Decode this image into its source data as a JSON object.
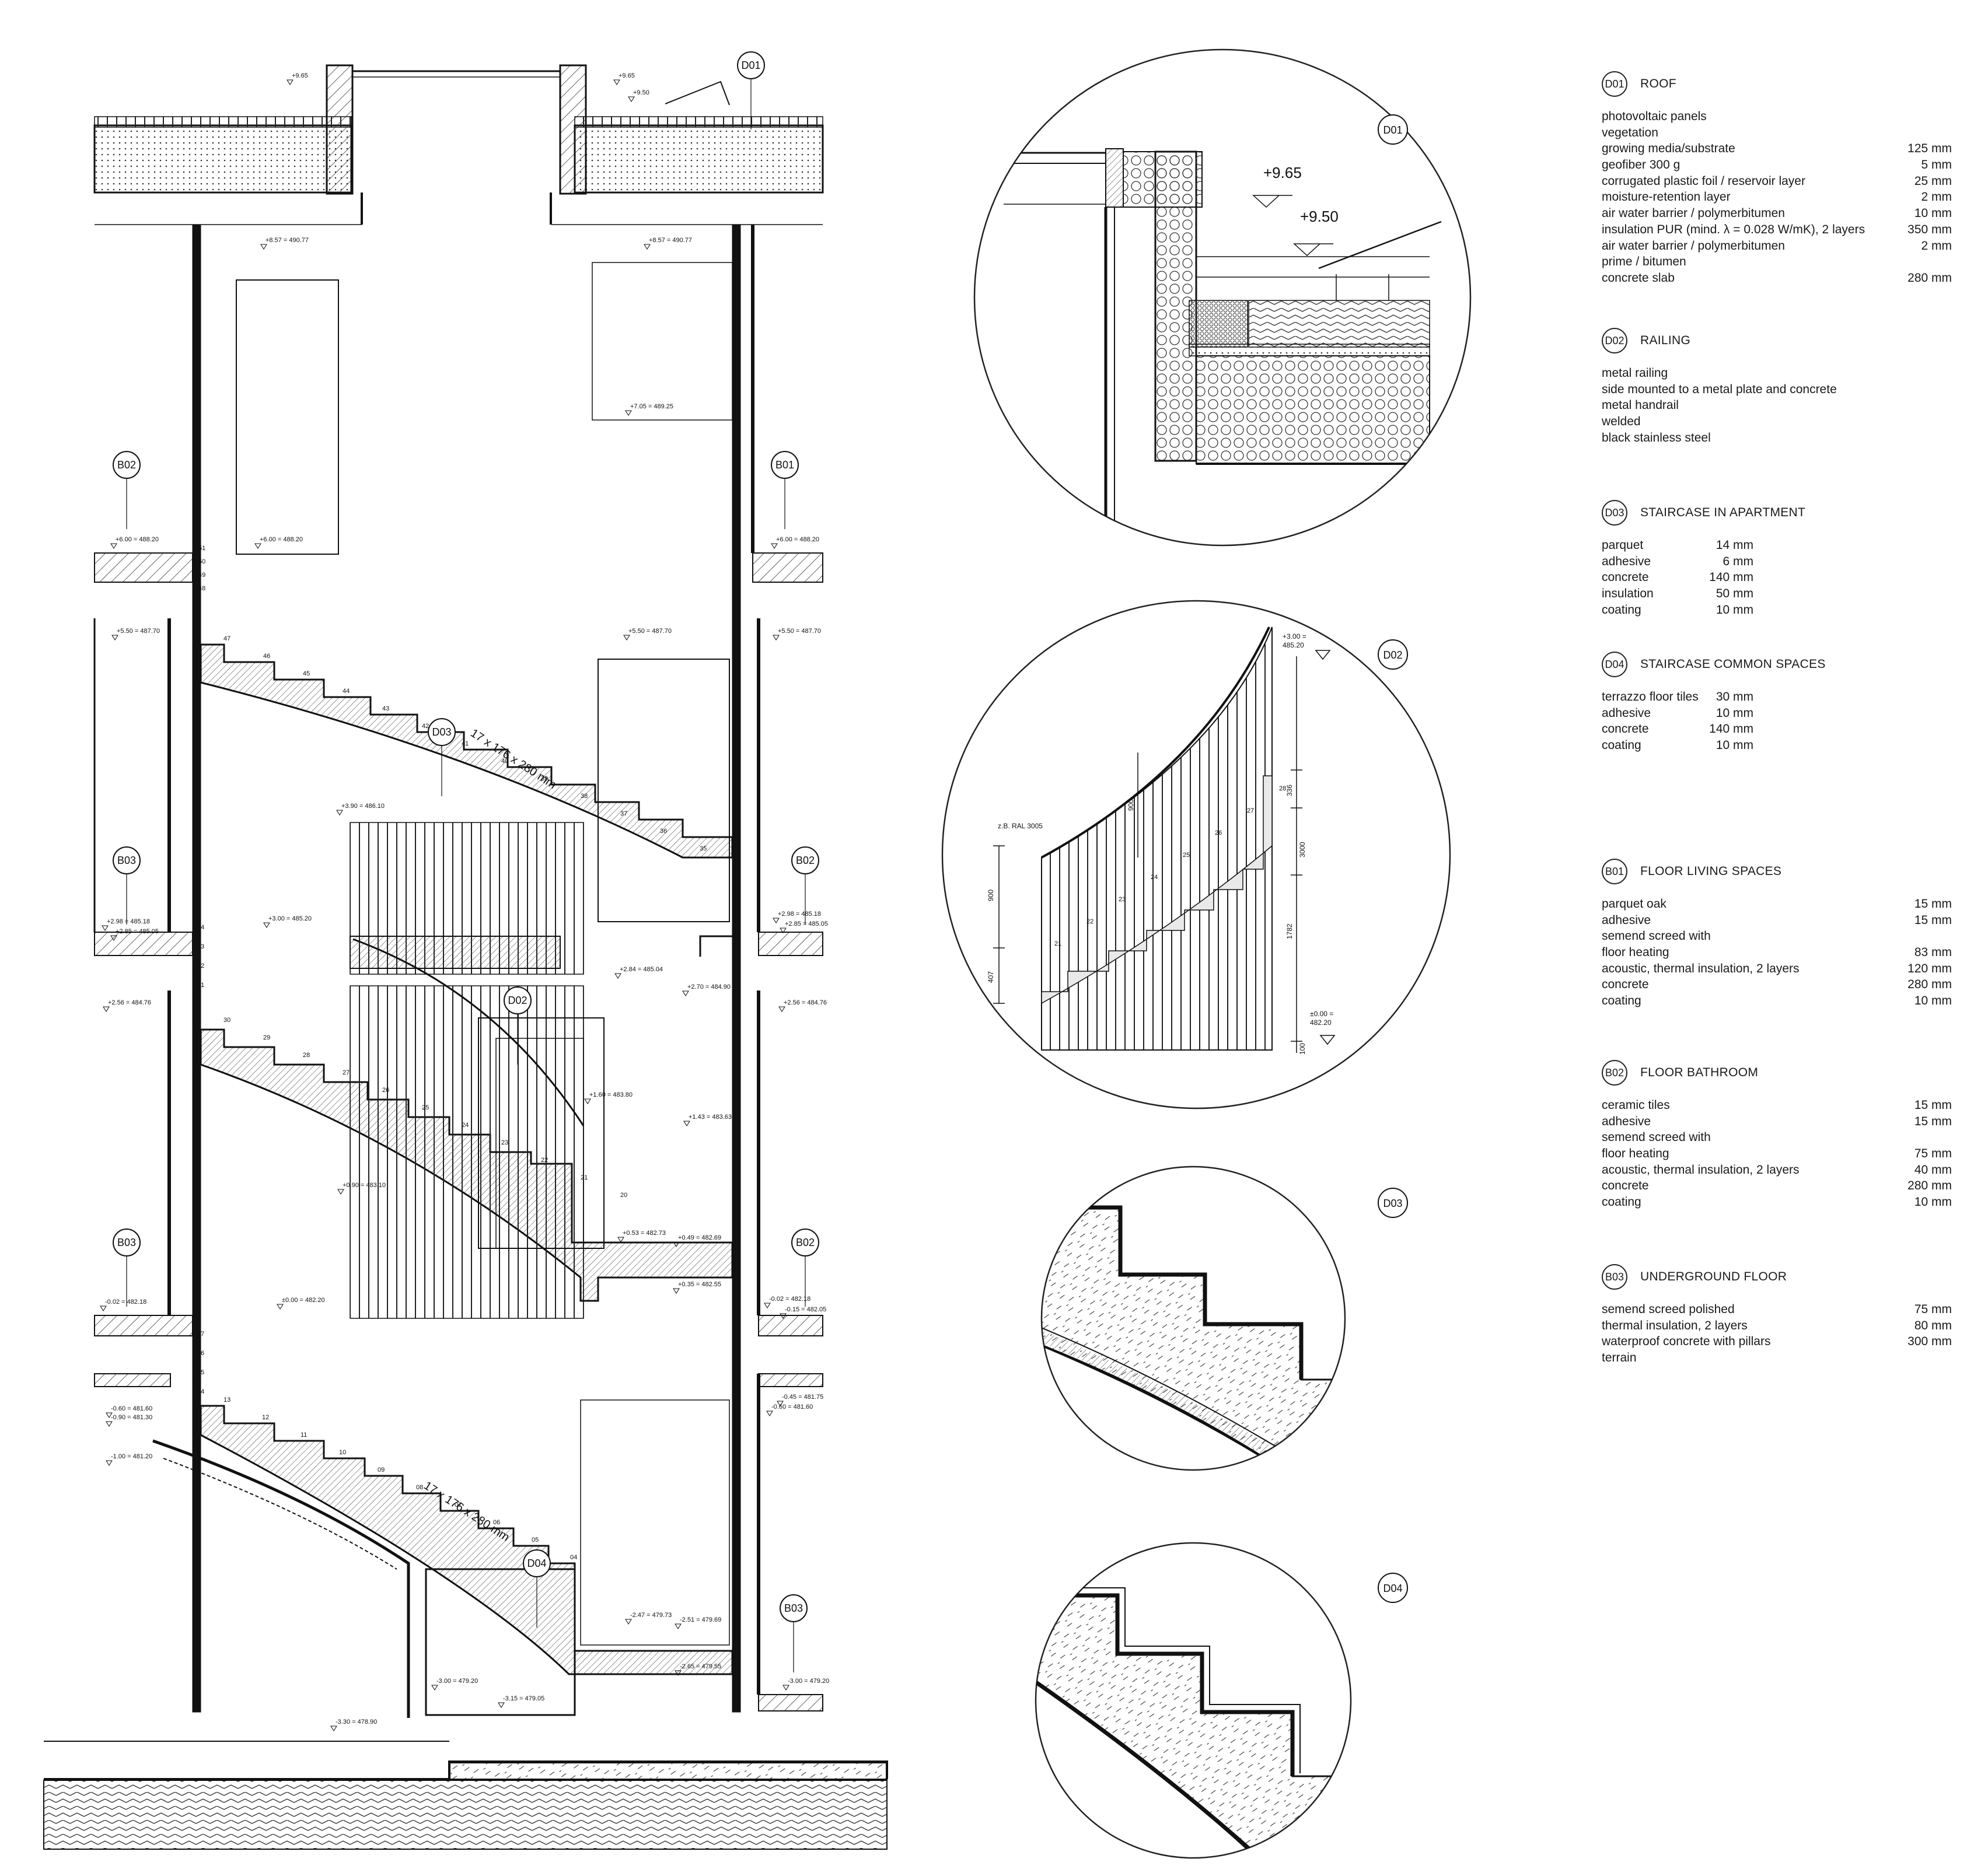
{
  "section": {
    "level_tags": {
      "top_left": "+9.65",
      "top_right": "+9.65",
      "top_right2": "+9.50",
      "ceil_left": "+8.57 = 490.77",
      "ceil_right": "+8.57 = 490.77",
      "top_opening": "+7.05 = 489.25",
      "fl2_left": "+6.00 = 488.20",
      "fl2_mid": "+6.00 = 488.20",
      "fl2_right": "+6.00 = 488.20",
      "c2_left": "+5.50 = 487.70",
      "c2_mid": "+5.50 = 487.70",
      "c2_right": "+5.50 = 487.70",
      "rail_top": "+3.90 = 486.10",
      "fl1_left_a": "+2.98 = 485.18",
      "fl1_left_b": "+2.85 = 485.05",
      "fl1_mid": "+3.00 = 485.20",
      "fl1_right_a": "+2.98 = 485.18",
      "fl1_right_b": "+2.85 = 485.05",
      "landing_a": "+2.84 = 485.04",
      "landing_b": "+2.70 = 484.90",
      "c1_left": "+2.56 = 484.76",
      "c1_right": "+2.56 = 484.76",
      "d02_top": "+1.60 = 483.80",
      "d02_right": "+1.43 = 483.63",
      "d02_mid": "+0.90 = 483.10",
      "land0_a": "+0.53 = 482.73",
      "land0_b": "+0.49 = 482.69",
      "land0_c": "+0.35 = 482.55",
      "gf_left": "-0.02 = 482.18",
      "gf_mid": "±0.00 = 482.20",
      "gf_right_a": "-0.02 = 482.18",
      "gf_right_b": "-0.15 = 482.05",
      "b_left_a": "-0.60 = 481.60",
      "b_left_b": "-0.90 = 481.30",
      "b_left_c": "-1.00 = 481.20",
      "b_right_a": "-0.45 = 481.75",
      "b_right_b": "-0.60 = 481.60",
      "bot_a": "-2.47 = 479.73",
      "bot_b": "-2.51 = 479.69",
      "bot_c": "-2.65 = 479.55",
      "bot_left": "-3.00 = 479.20",
      "bot_mid": "-3.15 = 479.05",
      "bot_right": "-3.00 = 479.20",
      "base": "-3.30 = 478.90"
    },
    "stair_upper_label": "17 x 176 x 280 mm",
    "stair_lower_label": "17 x 176 x 280 mm",
    "step_numbers": {
      "flight_top": [
        "51",
        "50",
        "49",
        "48",
        "47",
        "46",
        "45",
        "44",
        "43",
        "42",
        "41",
        "40",
        "39",
        "38",
        "37",
        "36",
        "35"
      ],
      "flight_mid_side": [
        "34",
        "33",
        "32",
        "31"
      ],
      "flight_mid": [
        "30",
        "29",
        "28",
        "27",
        "26",
        "25",
        "24",
        "23",
        "22",
        "21",
        "20"
      ],
      "flight_low_side": [
        "17",
        "16",
        "15",
        "14"
      ],
      "flight_low": [
        "13",
        "12",
        "11",
        "10",
        "09",
        "08",
        "07",
        "06",
        "05",
        "04"
      ]
    },
    "tags": {
      "d01": "D01",
      "d02": "D02",
      "d03": "D03",
      "d04": "D04",
      "b02_left": "B02",
      "b01_right": "B01",
      "b03_left_mid": "B03",
      "b02_right_mid": "B02",
      "b03_left_low": "B03",
      "b02_right_low": "B02",
      "b03_right_bottom": "B03"
    }
  },
  "detail_d01": {
    "tag": "D01",
    "level_a": "+9.65",
    "level_b": "+9.50"
  },
  "detail_d02": {
    "tag": "D02",
    "top_level_a": "+3.00 =",
    "top_level_b": "485.20",
    "bottom_level_a": "±0.00 =",
    "bottom_level_b": "482.20",
    "ral_note": "z.B. RAL 3005",
    "dim_900_left": "900",
    "dim_407": "407",
    "dim_900_rail": "900",
    "dim_336": "336",
    "dim_3000": "3000",
    "dim_1782": "1782",
    "dim_100": "100",
    "steps": [
      "28",
      "27",
      "26",
      "25",
      "24",
      "23",
      "22",
      "21"
    ]
  },
  "detail_d03": {
    "tag": "D03"
  },
  "detail_d04": {
    "tag": "D04"
  },
  "legend": [
    {
      "tag": "D01",
      "title": "ROOF",
      "rows": [
        {
          "name": "photovoltaic panels",
          "value": ""
        },
        {
          "name": "vegetation",
          "value": ""
        },
        {
          "name": "growing media/substrate",
          "value": "125 mm"
        },
        {
          "name": "geofiber 300 g",
          "value": "5 mm"
        },
        {
          "name": "corrugated plastic foil / reservoir layer",
          "value": "25 mm"
        },
        {
          "name": "moisture-retention layer",
          "value": "2 mm"
        },
        {
          "name": "air water barrier / polymerbitumen",
          "value": "10 mm"
        },
        {
          "name": "insulation PUR (mind. λ = 0.028 W/mK), 2 layers",
          "value": "350 mm"
        },
        {
          "name": "air water barrier / polymerbitumen",
          "value": "2 mm"
        },
        {
          "name": "prime / bitumen",
          "value": ""
        },
        {
          "name": "concrete slab",
          "value": "280 mm"
        }
      ]
    },
    {
      "tag": "D02",
      "title": "RAILING",
      "rows": [
        {
          "name": "metal railing",
          "value": ""
        },
        {
          "name": "side mounted to a metal plate and concrete",
          "value": ""
        },
        {
          "name": "metal handrail",
          "value": ""
        },
        {
          "name": "welded",
          "value": ""
        },
        {
          "name": "black stainless steel",
          "value": ""
        }
      ]
    },
    {
      "tag": "D03",
      "title": "STAIRCASE IN APARTMENT",
      "rows": [
        {
          "name": "parquet",
          "value": "14 mm"
        },
        {
          "name": "adhesive",
          "value": "6 mm"
        },
        {
          "name": "concrete",
          "value": "140 mm"
        },
        {
          "name": "insulation",
          "value": "50 mm"
        },
        {
          "name": "coating",
          "value": "10 mm"
        }
      ]
    },
    {
      "tag": "D04",
      "title": "STAIRCASE COMMON SPACES",
      "rows": [
        {
          "name": "terrazzo floor tiles",
          "value": "30 mm"
        },
        {
          "name": "adhesive",
          "value": "10 mm"
        },
        {
          "name": "concrete",
          "value": "140 mm"
        },
        {
          "name": "coating",
          "value": "10 mm"
        }
      ]
    },
    {
      "tag": "B01",
      "title": "FLOOR LIVING SPACES",
      "rows": [
        {
          "name": "parquet oak",
          "value": "15 mm"
        },
        {
          "name": "adhesive",
          "value": "15 mm"
        },
        {
          "name": "semend screed with",
          "value": ""
        },
        {
          "name": "floor heating",
          "value": "83 mm"
        },
        {
          "name": "acoustic, thermal insulation, 2 layers",
          "value": "120 mm"
        },
        {
          "name": "concrete",
          "value": "280 mm"
        },
        {
          "name": "coating",
          "value": "10 mm"
        }
      ]
    },
    {
      "tag": "B02",
      "title": "FLOOR BATHROOM",
      "rows": [
        {
          "name": "ceramic tiles",
          "value": "15 mm"
        },
        {
          "name": "adhesive",
          "value": "15 mm"
        },
        {
          "name": "semend screed with",
          "value": ""
        },
        {
          "name": "floor heating",
          "value": "75 mm"
        },
        {
          "name": "acoustic, thermal insulation, 2 layers",
          "value": "40 mm"
        },
        {
          "name": "concrete",
          "value": "280 mm"
        },
        {
          "name": "coating",
          "value": "10 mm"
        }
      ]
    },
    {
      "tag": "B03",
      "title": "UNDERGROUND FLOOR",
      "rows": [
        {
          "name": "semend screed polished",
          "value": "75 mm"
        },
        {
          "name": "thermal insulation, 2 layers",
          "value": "80 mm"
        },
        {
          "name": "waterproof concrete with pillars",
          "value": "300 mm"
        },
        {
          "name": "terrain",
          "value": ""
        }
      ]
    }
  ]
}
